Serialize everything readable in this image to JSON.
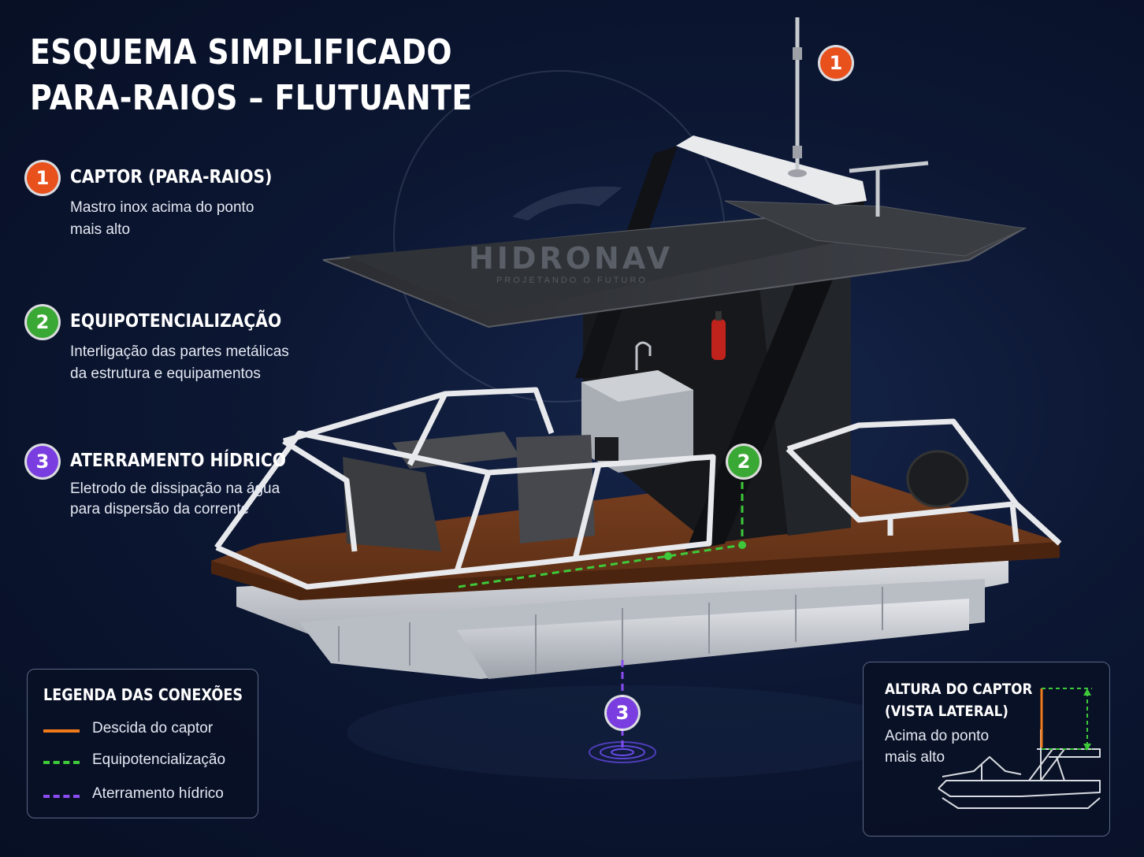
{
  "title": {
    "line1": "ESQUEMA SIMPLIFICADO",
    "line2": "PARA-RAIOS – FLUTUANTE"
  },
  "items": [
    {
      "number": "1",
      "title": "CAPTOR (PARA-RAIOS)",
      "desc_line1": "Mastro inox acima do ponto",
      "desc_line2": "mais alto",
      "color": "#e8501c"
    },
    {
      "number": "2",
      "title": "EQUIPOTENCIALIZAÇÃO",
      "desc_line1": "Interligação das partes metálicas",
      "desc_line2": "da estrutura e equipamentos",
      "color": "#3aa834"
    },
    {
      "number": "3",
      "title": "ATERRAMENTO HÍDRICO",
      "desc_line1": "Eletrodo de dissipação na água",
      "desc_line2": "para dispersão da corrente",
      "color": "#7a3ee0"
    }
  ],
  "watermark": {
    "name": "HIDRONAV",
    "tagline": "PROJETANDO O FUTURO"
  },
  "callouts": {
    "captor": "1",
    "equipotencial": "2",
    "aterramento": "3"
  },
  "legend": {
    "title": "LEGENDA DAS CONEXÕES",
    "rows": [
      {
        "label": "Descida do captor",
        "style": "solid",
        "color": "#f07a1a"
      },
      {
        "label": "Equipotencialização",
        "style": "dashed",
        "color": "#3ec93a"
      },
      {
        "label": "Aterramento hídrico",
        "style": "dashed",
        "color": "#8a4cf0"
      }
    ]
  },
  "side_view": {
    "title_line1": "ALTURA DO CAPTOR",
    "title_line2": "(VISTA LATERAL)",
    "desc_line1": "Acima do ponto",
    "desc_line2": "mais alto"
  }
}
